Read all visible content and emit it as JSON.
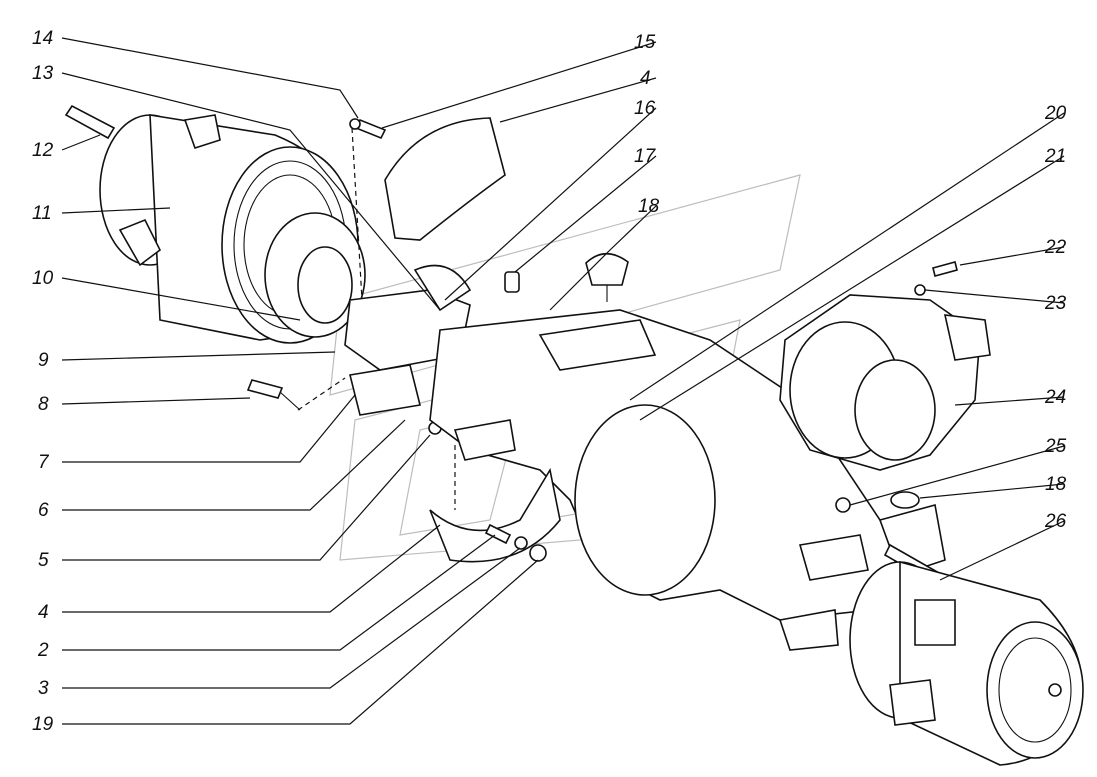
{
  "figure": {
    "callouts": [
      {
        "id": "c14",
        "label": "14"
      },
      {
        "id": "c13",
        "label": "13"
      },
      {
        "id": "c12",
        "label": "12"
      },
      {
        "id": "c11",
        "label": "11"
      },
      {
        "id": "c10",
        "label": "10"
      },
      {
        "id": "c9",
        "label": "9"
      },
      {
        "id": "c8",
        "label": "8"
      },
      {
        "id": "c7",
        "label": "7"
      },
      {
        "id": "c6",
        "label": "6"
      },
      {
        "id": "c5",
        "label": "5"
      },
      {
        "id": "c4b",
        "label": "4"
      },
      {
        "id": "c2",
        "label": "2"
      },
      {
        "id": "c3",
        "label": "3"
      },
      {
        "id": "c19",
        "label": "19"
      },
      {
        "id": "c15",
        "label": "15"
      },
      {
        "id": "c4a",
        "label": "4"
      },
      {
        "id": "c16",
        "label": "16"
      },
      {
        "id": "c17",
        "label": "17"
      },
      {
        "id": "c18a",
        "label": "18"
      },
      {
        "id": "c20",
        "label": "20"
      },
      {
        "id": "c21",
        "label": "21"
      },
      {
        "id": "c22",
        "label": "22"
      },
      {
        "id": "c23",
        "label": "23"
      },
      {
        "id": "c24",
        "label": "24"
      },
      {
        "id": "c25",
        "label": "25"
      },
      {
        "id": "c18b",
        "label": "18"
      },
      {
        "id": "c26",
        "label": "26"
      }
    ]
  }
}
